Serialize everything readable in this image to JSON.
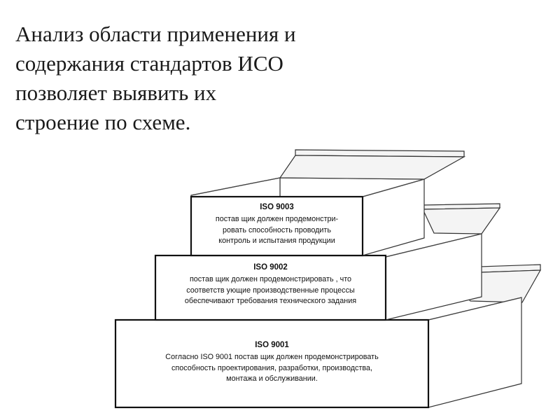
{
  "intro": {
    "lines": [
      "Анализ области применения и",
      "содержания стандартов ИСО",
      "позволяет выявить их",
      "строение по схеме."
    ]
  },
  "boxes": [
    {
      "title": "ISO 9003",
      "lines": [
        "постав щик должен продемонстри-",
        "ровать способность проводить",
        "контроль и испытания продукции"
      ]
    },
    {
      "title": "ISO 9002",
      "lines": [
        "постав щик должен продемонстрировать , что",
        "соответств ующие производственные процессы",
        "обеспечивают требования технического задания"
      ]
    },
    {
      "title": "ISO 9001",
      "lines": [
        "Согласно  ISO 9001  постав щик должен продемонстрировать",
        "способность проектирования, разработки, производства,",
        "монтажа и обслуживании."
      ]
    }
  ]
}
